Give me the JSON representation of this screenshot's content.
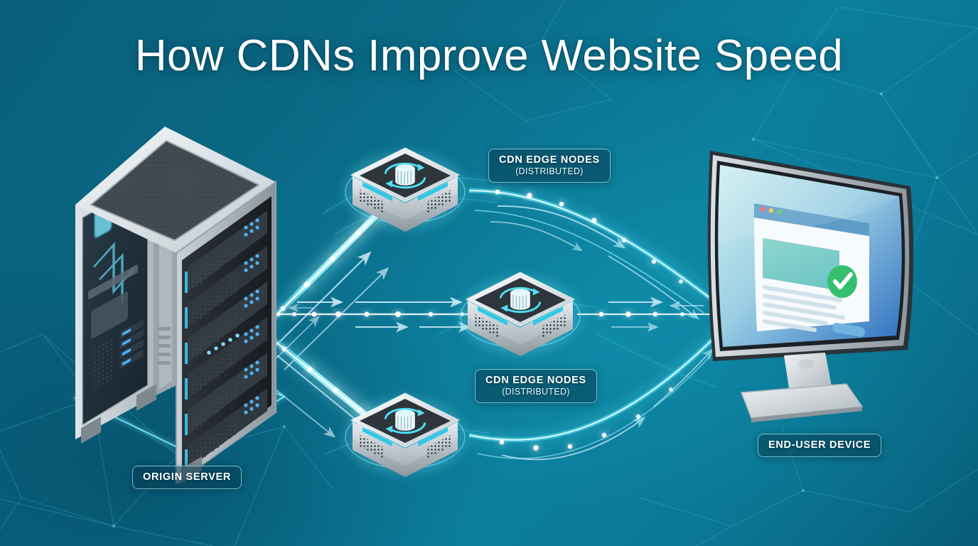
{
  "title": "How CDNs Improve Website Speed",
  "theme": {
    "bg_dark_teal": "#0a5f7c",
    "bg_mid_teal": "#0b7f9d",
    "bg_deep": "#04425c",
    "accent_cyan": "#6ff0ff",
    "beam_cyan": "#3fe0f5",
    "glow_cyan": "#9ff7ff",
    "silver_light": "#e9edf0",
    "silver_mid": "#b9c2c8",
    "silver_dark": "#7d878e",
    "panel_dark": "#2c3338",
    "led_blue": "#35a8ff",
    "check_green": "#35c06f",
    "label_border": "#96e2f0",
    "label_fill": "rgba(7,60,80,0.55)",
    "text_white": "#ffffff"
  },
  "labels": {
    "origin_server": {
      "line1": "ORIGIN SERVER",
      "line2": ""
    },
    "edge_nodes_top": {
      "line1": "CDN EDGE NODES",
      "line2": "(DISTRIBUTED)"
    },
    "edge_nodes_mid": {
      "line1": "CDN EDGE NODES",
      "line2": "(DISTRIBUTED)"
    },
    "end_user_device": {
      "line1": "END-USER DEVICE",
      "line2": ""
    }
  },
  "nodes": {
    "origin_server": {
      "name": "origin-server",
      "type": "isometric-server-tower",
      "icon": "server-rack-icon",
      "rack_units": 7,
      "features": [
        "perforated-top-vent",
        "glass-side-panel",
        "liquid-cooling-reservoir",
        "blue-led-arrays",
        "glowing-base-pad"
      ]
    },
    "edge_node_top": {
      "name": "cdn-edge-node-top",
      "type": "isometric-edge-node",
      "icon": "cache-refresh-icon"
    },
    "edge_node_mid": {
      "name": "cdn-edge-node-middle",
      "type": "isometric-edge-node",
      "icon": "cache-refresh-icon"
    },
    "edge_node_bottom": {
      "name": "cdn-edge-node-bottom",
      "type": "isometric-edge-node",
      "icon": "cache-refresh-icon"
    },
    "end_user_device": {
      "name": "end-user-device",
      "type": "isometric-curved-monitor",
      "icon": "monitor-icon",
      "screen": {
        "browser_window": true,
        "traffic_lights": [
          "#f0685f",
          "#f4bd4f",
          "#5fc663"
        ],
        "hero_block_color": "#7ed0cc",
        "text_lines": 5,
        "success_badge": "check-circle-icon",
        "success_badge_color": "#35c06f",
        "cta_button_color": "#6fb4e0"
      }
    }
  },
  "flows": [
    {
      "name": "origin-to-edge-top",
      "from": "origin_server",
      "to": "edge_node_top",
      "direction": "right-up",
      "style": "glowing-beam-with-arrows"
    },
    {
      "name": "origin-to-edge-middle",
      "from": "origin_server",
      "to": "edge_node_mid",
      "direction": "right",
      "style": "glowing-beam-with-arrows"
    },
    {
      "name": "origin-to-edge-bottom",
      "from": "origin_server",
      "to": "edge_node_bottom",
      "direction": "right-down",
      "style": "glowing-beam-with-arrows"
    },
    {
      "name": "edge-top-to-user",
      "from": "edge_node_top",
      "to": "end_user_device",
      "direction": "right-down",
      "style": "curved-glowing-stream"
    },
    {
      "name": "edge-middle-to-user",
      "from": "edge_node_mid",
      "to": "end_user_device",
      "direction": "right",
      "style": "glowing-beam-with-arrows"
    },
    {
      "name": "edge-bottom-to-user",
      "from": "edge_node_bottom",
      "to": "end_user_device",
      "direction": "right-up",
      "style": "curved-glowing-stream"
    }
  ]
}
